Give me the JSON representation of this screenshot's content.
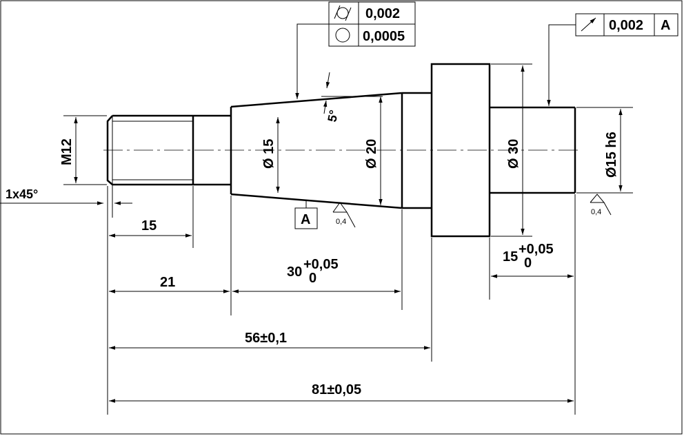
{
  "drawing": {
    "dimensions": {
      "chamfer": "1x45°",
      "thread": "M12",
      "thread_length": "15",
      "shoulder_length": "21",
      "cone_length_main": "30",
      "cone_length_tol_upper": "+0,05",
      "cone_length_tol_lower": "0",
      "total_to_collar": "56±0,1",
      "total_length": "81±0,05",
      "journal_length_main": "15",
      "journal_length_tol_upper": "+0,05",
      "journal_length_tol_lower": "0",
      "dia_cone_small": "Ø 15",
      "dia_cone_large": "Ø 20",
      "dia_collar": "Ø 30",
      "dia_journal": "Ø15 h6",
      "cone_angle": "5°"
    },
    "tolerance_frames": {
      "cylindricity_value": "0,002",
      "roundness_value": "0,0005",
      "runout_value": "0,002",
      "runout_datum": "A"
    },
    "datum_label": "A",
    "surface_roughness": [
      "0,4",
      "0,4"
    ],
    "icons": [
      "cylindricity-symbol-icon",
      "circularity-symbol-icon",
      "runout-arrow-icon",
      "roughness-triangle-icon"
    ]
  }
}
